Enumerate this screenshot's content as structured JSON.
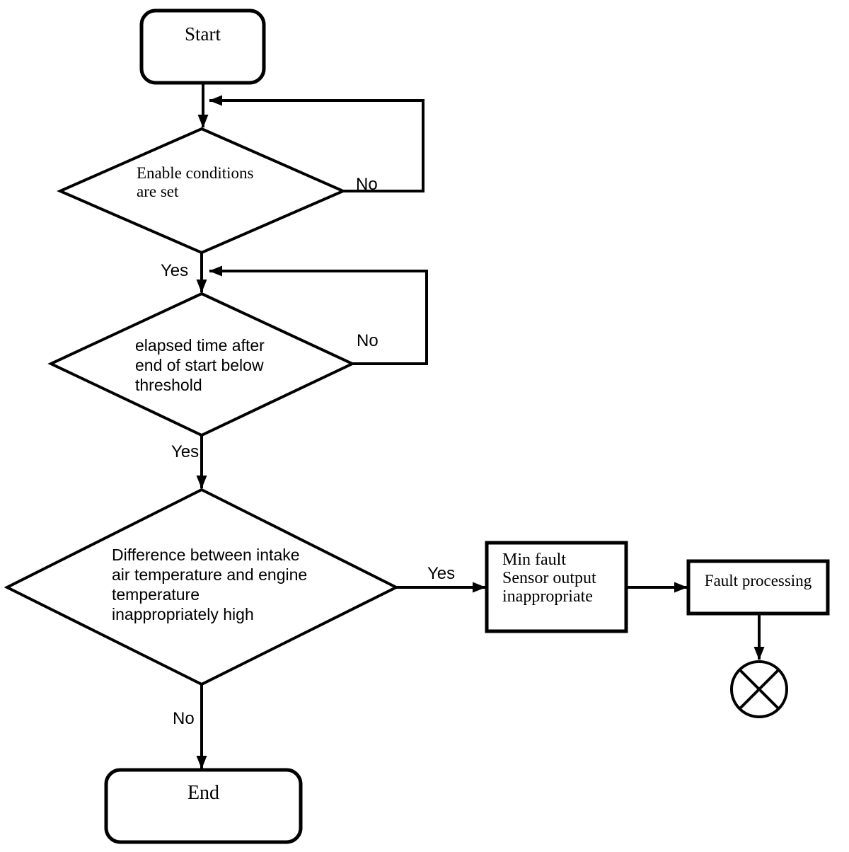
{
  "diagram_type": "flowchart",
  "colors": {
    "ink": "#000000",
    "background": "#ffffff"
  },
  "nodes": {
    "start": {
      "label": "Start"
    },
    "decision_enable": {
      "lines": [
        "Enable conditions",
        "are set"
      ]
    },
    "decision_elapsed": {
      "lines": [
        "elapsed time after",
        "end of start below",
        "threshold"
      ]
    },
    "decision_difference": {
      "lines": [
        "Difference between intake",
        "air temperature and engine",
        "temperature",
        "inappropriately high"
      ]
    },
    "min_fault": {
      "lines": [
        "Min fault",
        "Sensor output",
        "inappropriate"
      ]
    },
    "fault_processing": {
      "label": "Fault processing"
    },
    "end": {
      "label": "End"
    }
  },
  "edge_labels": {
    "enable_no": "No",
    "enable_yes": "Yes",
    "elapsed_no": "No",
    "elapsed_yes": "Yes",
    "difference_yes": "Yes",
    "difference_no": "No"
  }
}
